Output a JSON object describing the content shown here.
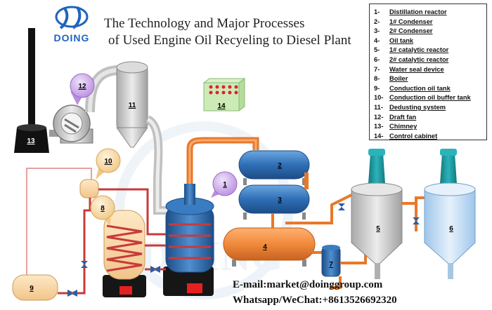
{
  "brand": {
    "logo_text": "DOING"
  },
  "title": {
    "line1": "The Technology and Major Processes",
    "line2": "of Used Engine Oil Recyeling to Diesel Plant"
  },
  "legend": [
    {
      "num": "1-",
      "name": "Distillation reactor"
    },
    {
      "num": "2-",
      "name": "1# Condenser"
    },
    {
      "num": "3-",
      "name": "2# Condenser"
    },
    {
      "num": "4-",
      "name": "Oil tank"
    },
    {
      "num": "5-",
      "name": "1# catalytic reactor"
    },
    {
      "num": "6-",
      "name": "2# catalytic reactor"
    },
    {
      "num": "7-",
      "name": "Water seal device"
    },
    {
      "num": "8-",
      "name": "Boiler"
    },
    {
      "num": "9-",
      "name": "Conduction oil tank"
    },
    {
      "num": "10-",
      "name": "Conduction oil buffer tank"
    },
    {
      "num": "11-",
      "name": "Dedusting system"
    },
    {
      "num": "12-",
      "name": "Draft fan"
    },
    {
      "num": "13-",
      "name": "Chimney"
    },
    {
      "num": "14-",
      "name": "Control cabinet"
    }
  ],
  "labels": {
    "n1": "1",
    "n2": "2",
    "n3": "3",
    "n4": "4",
    "n5": "5",
    "n6": "6",
    "n7": "7",
    "n8": "8",
    "n9": "9",
    "n10": "10",
    "n11": "11",
    "n12": "12",
    "n13": "13",
    "n14": "14"
  },
  "contact": {
    "email": "E-mail:market@doinggroup.com",
    "whatsapp": "Whatsapp/WeChat:+8613526692320"
  },
  "watermark": "DOING",
  "colors": {
    "blue_vessel": "#2f6fb5",
    "orange_pipe": "#e8782a",
    "red_pipe": "#c83a3a",
    "grey_vessel": "#d0d0d0",
    "teal_top": "#1f9aa0",
    "callout_purple": "#c9a8e8",
    "callout_yellow": "#f6d8a0"
  }
}
